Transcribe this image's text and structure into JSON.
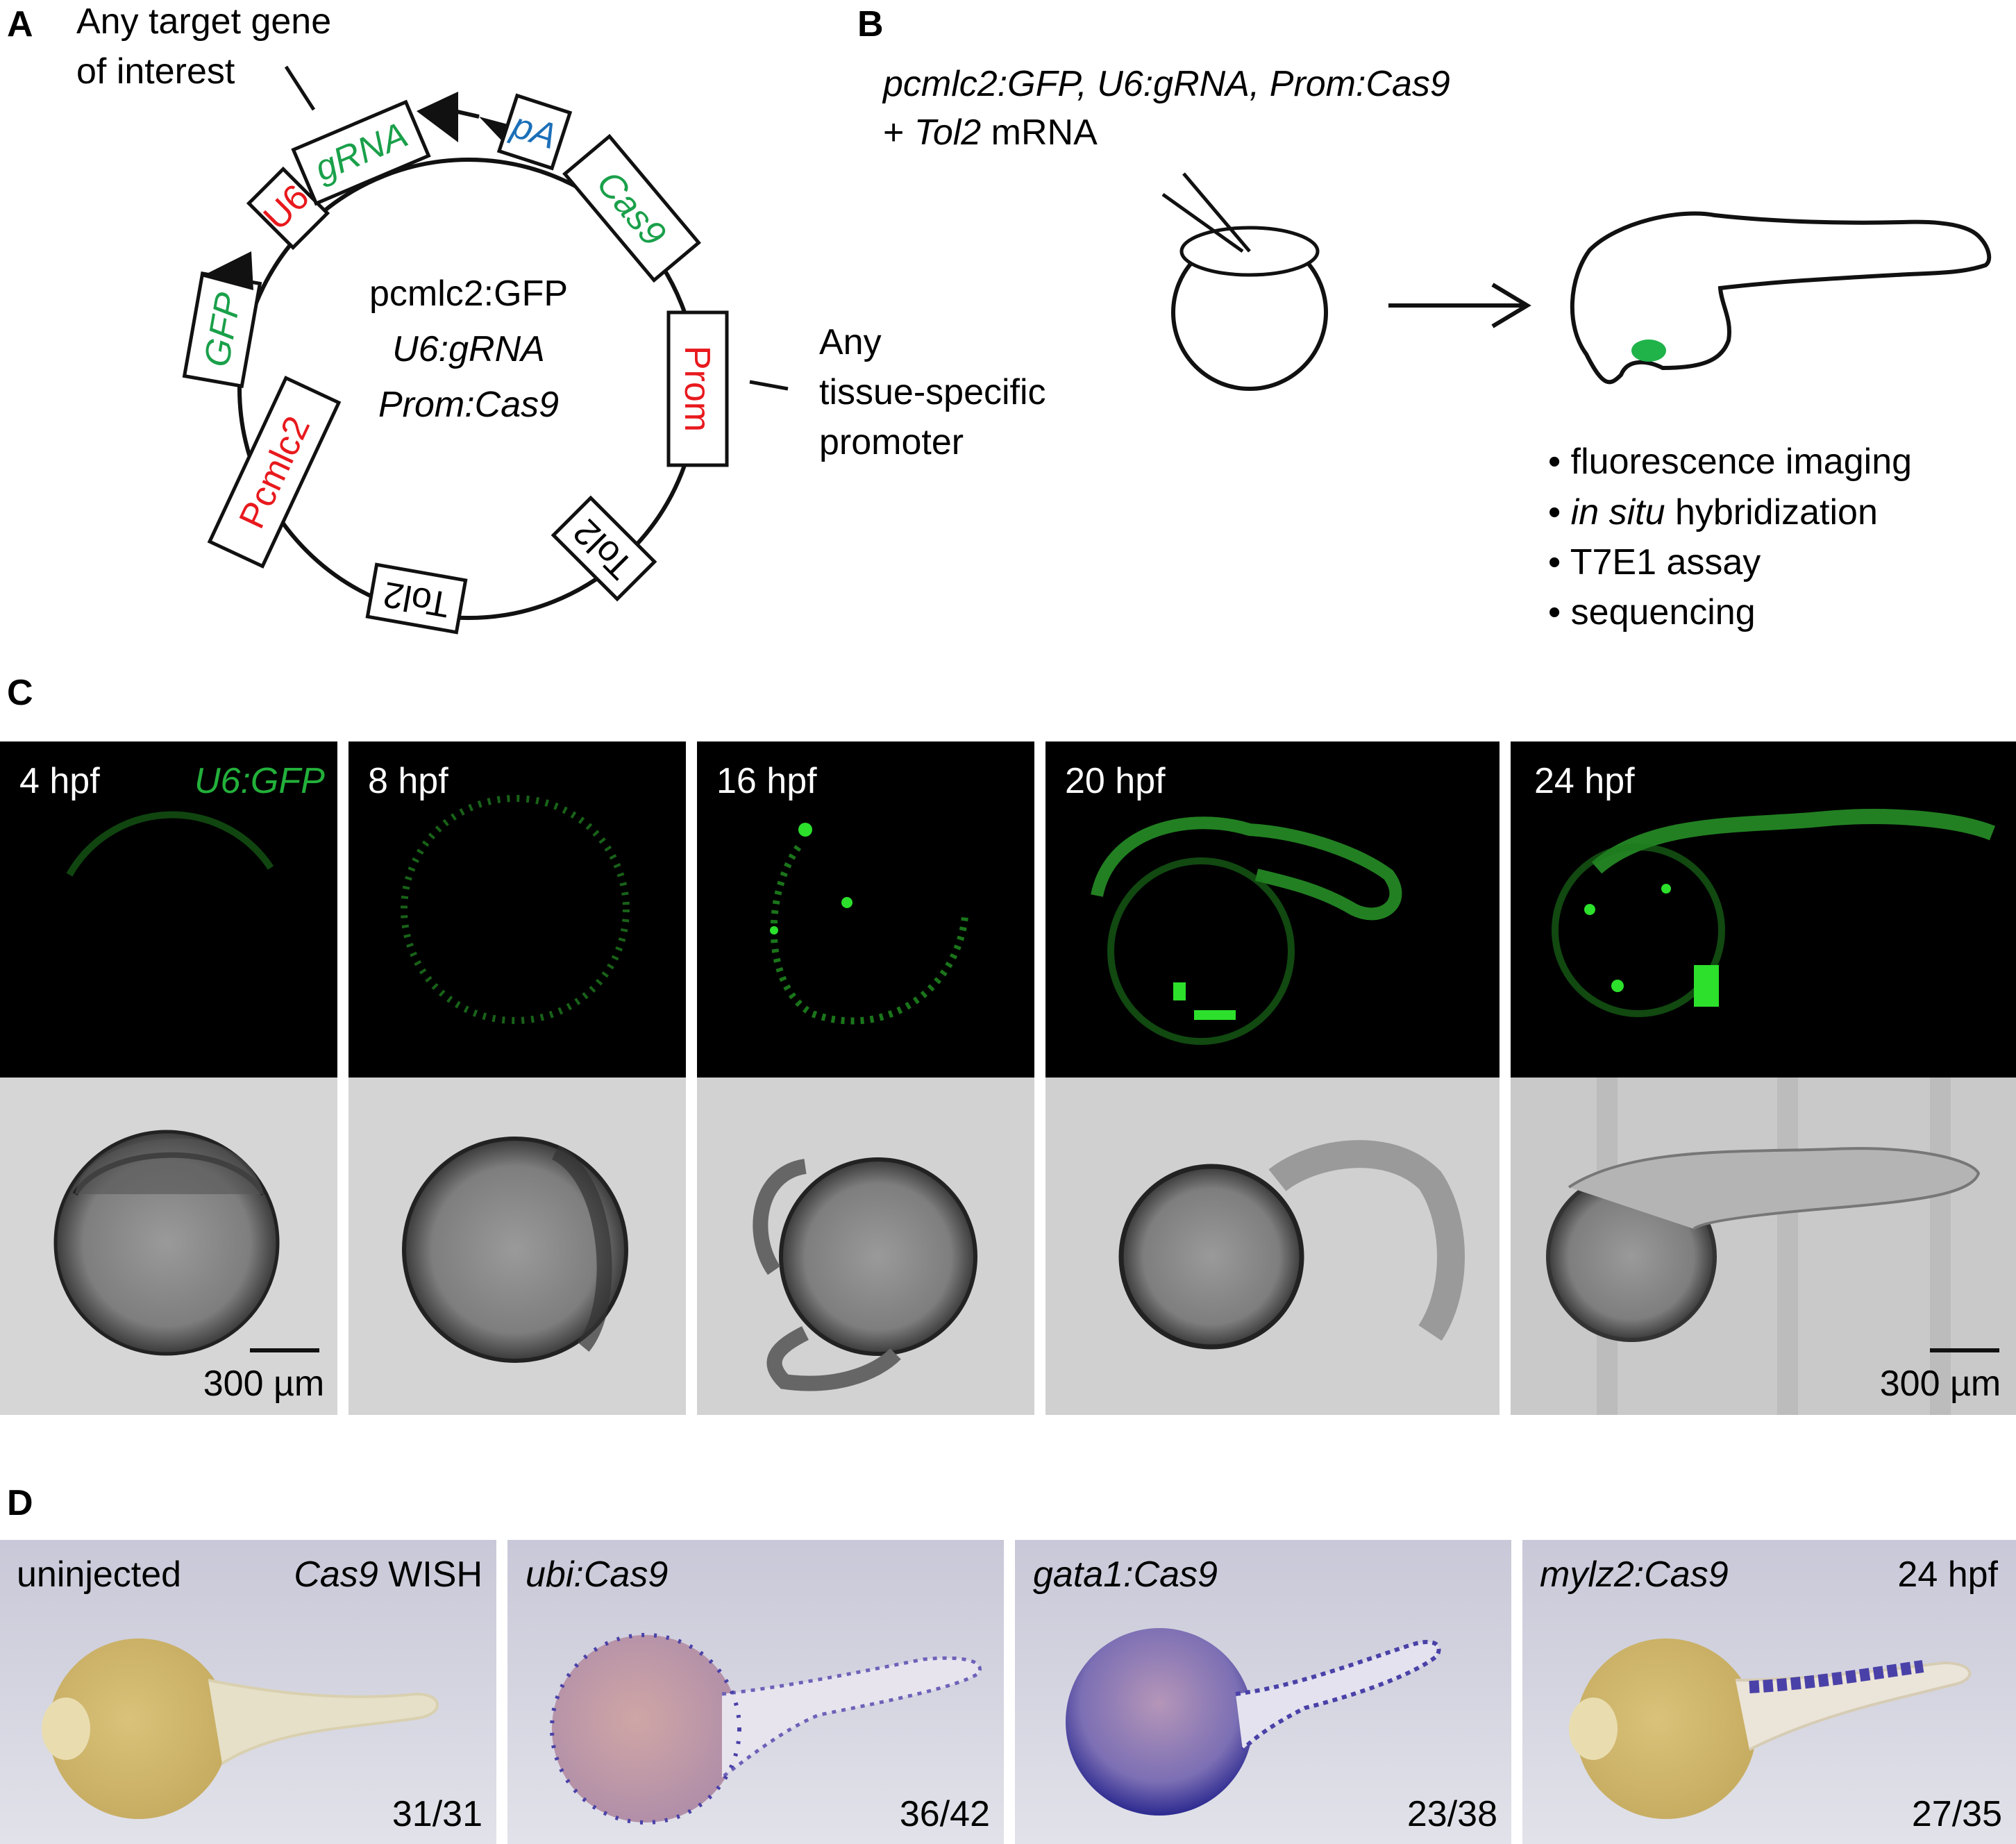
{
  "panels": {
    "A": {
      "label": "A",
      "callout_target": [
        "Any target gene",
        "of interest"
      ],
      "callout_promoter": [
        "Any",
        "tissue-specific",
        "promoter"
      ],
      "center_text": [
        "pcmlc2:GFP",
        "U6:gRNA",
        "Prom:Cas9"
      ],
      "segments": {
        "u6": "U6",
        "grna": "gRNA",
        "pa": "pA",
        "cas9": "Cas9",
        "prom": "Prom",
        "tol2_a": "Tol2",
        "tol2_b": "Tol2",
        "pcmlc2": "Pcmlc2",
        "gfp": "GFP"
      },
      "colors": {
        "red": "#e8191d",
        "green": "#1aa04a",
        "blue": "#1b6fb8"
      }
    },
    "B": {
      "label": "B",
      "line1": "pcmlc2:GFP, U6:gRNA, Prom:Cas9",
      "line2_plus": "+ ",
      "line2_italic": "Tol2",
      "line2_rest": " mRNA",
      "bullets": [
        {
          "italic": "",
          "text": "• fluorescence imaging"
        },
        {
          "italic": "in situ",
          "text": " hybridization"
        },
        {
          "italic": "",
          "text": "• T7E1 assay"
        },
        {
          "italic": "",
          "text": "• sequencing"
        }
      ]
    },
    "C": {
      "label": "C",
      "construct": "U6:GFP",
      "stages": [
        "4 hpf",
        "8 hpf",
        "16 hpf",
        "20 hpf",
        "24 hpf"
      ],
      "scale_bar": "300 µm"
    },
    "D": {
      "label": "D",
      "probe_italic": "Cas9",
      "probe_rest": " WISH",
      "stage": "24 hpf",
      "conditions": [
        {
          "name": "uninjected",
          "count": "31/31"
        },
        {
          "name": "ubi:Cas9",
          "count": "36/42"
        },
        {
          "name": "gata1:Cas9",
          "count": "23/38"
        },
        {
          "name": "mylz2:Cas9",
          "count": "27/35"
        }
      ]
    }
  }
}
